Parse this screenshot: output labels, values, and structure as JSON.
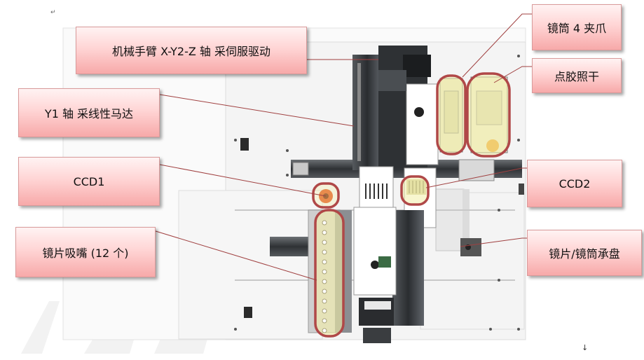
{
  "labels": {
    "arm": "机械手臂 X-Y2-Z 轴  采伺服驱动",
    "y1": "Y1 轴  采线性马达",
    "ccd1": "CCD1",
    "nozzle": "镜片吸嘴  (12 个)",
    "gripper": "镜筒 4 夹爪",
    "glue": "点胶照干",
    "ccd2": "CCD2",
    "tray": "镜片/镜筒承盘"
  },
  "colors": {
    "callout_top": "#fff3f3",
    "callout_bottom": "#f7a9a9",
    "highlight_ring": "#b04848",
    "highlight_fill": "#f3efa8",
    "leader": "#a04040",
    "machine_dark": "#3a3d40",
    "machine_light": "#ffffff",
    "accent_orange": "#e2561d"
  }
}
